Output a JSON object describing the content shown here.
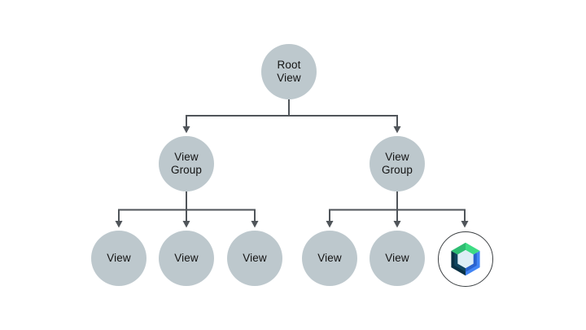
{
  "diagram": {
    "type": "view-hierarchy-tree",
    "tree": {
      "root": {
        "label": "Root View",
        "children": [
          {
            "label": "View Group",
            "children": [
              {
                "label": "View"
              },
              {
                "label": "View"
              },
              {
                "label": "View"
              }
            ]
          },
          {
            "label": "View Group",
            "children": [
              {
                "label": "View"
              },
              {
                "label": "View"
              },
              {
                "icon": "jetpack-compose-logo"
              }
            ]
          }
        ]
      }
    },
    "colors": {
      "node_fill": "#bdc8cd",
      "node_text": "#141414",
      "connector": "#50555a",
      "logo_ring": "#3c4043",
      "compose_green_light": "#3ddc84",
      "compose_green_dark": "#2ebd72",
      "compose_blue": "#4285f4",
      "compose_blue_dark": "#2a63cf",
      "compose_navy": "#0a3144",
      "compose_navy_light": "#10455e",
      "compose_core": "#ddeef6",
      "background": "#ffffff"
    }
  }
}
